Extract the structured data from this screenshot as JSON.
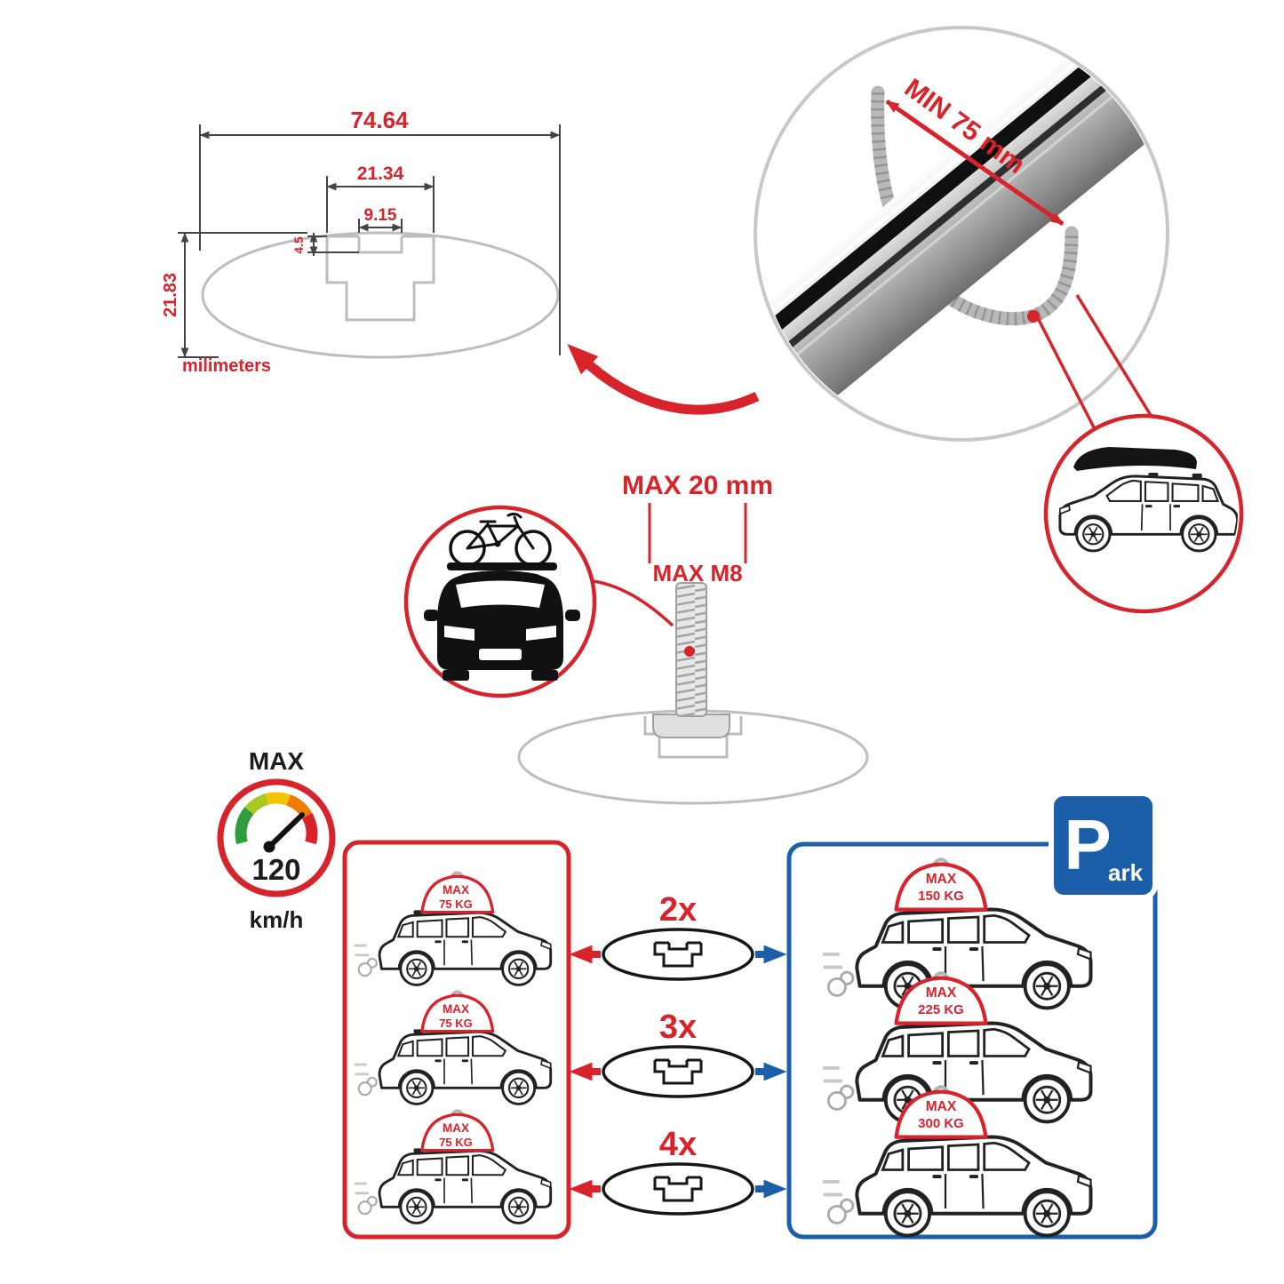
{
  "colors": {
    "red": "#d8232a",
    "blue": "#1b5faa",
    "grey": "#bdbdbd",
    "dark": "#1c1c1c",
    "silver": "#c9c9c9"
  },
  "dimensions": {
    "total_width": "74.64",
    "flange_width": "21.34",
    "slot_width": "9.15",
    "lip_depth": "4.5",
    "total_height": "21.83",
    "units": "milimeters"
  },
  "clamp": {
    "min_label": "MIN 75 mm"
  },
  "bolt": {
    "max_length": "MAX 20 mm",
    "max_thread": "MAX M8"
  },
  "speed_limit": {
    "label": "MAX",
    "value": "120",
    "unit": "km/h"
  },
  "comparison": {
    "multipliers": [
      "2x",
      "3x",
      "4x"
    ],
    "left_items": [
      {
        "label": "MAX",
        "weight": "75 KG"
      },
      {
        "label": "MAX",
        "weight": "75 KG"
      },
      {
        "label": "MAX",
        "weight": "75 KG"
      }
    ],
    "right_items": [
      {
        "label": "MAX",
        "weight": "150 KG"
      },
      {
        "label": "MAX",
        "weight": "225 KG"
      },
      {
        "label": "MAX",
        "weight": "300 KG"
      }
    ],
    "park_sign": {
      "initial": "P",
      "suffix": "ark"
    }
  }
}
